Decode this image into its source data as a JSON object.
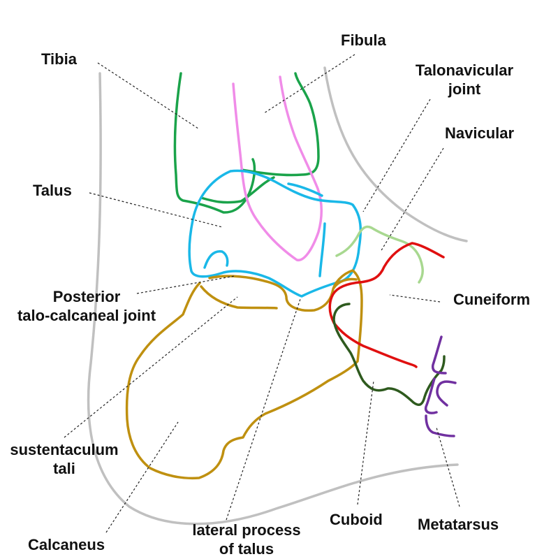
{
  "labels": {
    "tibia": "Tibia",
    "fibula": "Fibula",
    "talonavicular_line1": "Talonavicular",
    "talonavicular_line2": "joint",
    "navicular": "Navicular",
    "talus": "Talus",
    "cuneiform": "Cuneiform",
    "posterior_line1": "Posterior",
    "posterior_line2": "talo-calcaneal joint",
    "sustentaculum_line1": "sustentaculum",
    "sustentaculum_line2": "tali",
    "calcaneus": "Calcaneus",
    "lateral_process_line1": "lateral process",
    "lateral_process_line2": "of talus",
    "cuboid": "Cuboid",
    "metatarsus": "Metatarsus"
  },
  "colors": {
    "skin": "#c0c0c0",
    "tibia": "#1aa34a",
    "fibula": "#f08ce8",
    "talus": "#1ab8e8",
    "calcaneus": "#bf9010",
    "navicular": "#a8d890",
    "cuneiform": "#e01010",
    "cuboid": "#2e5a1e",
    "metatarsus": "#7030a0"
  }
}
